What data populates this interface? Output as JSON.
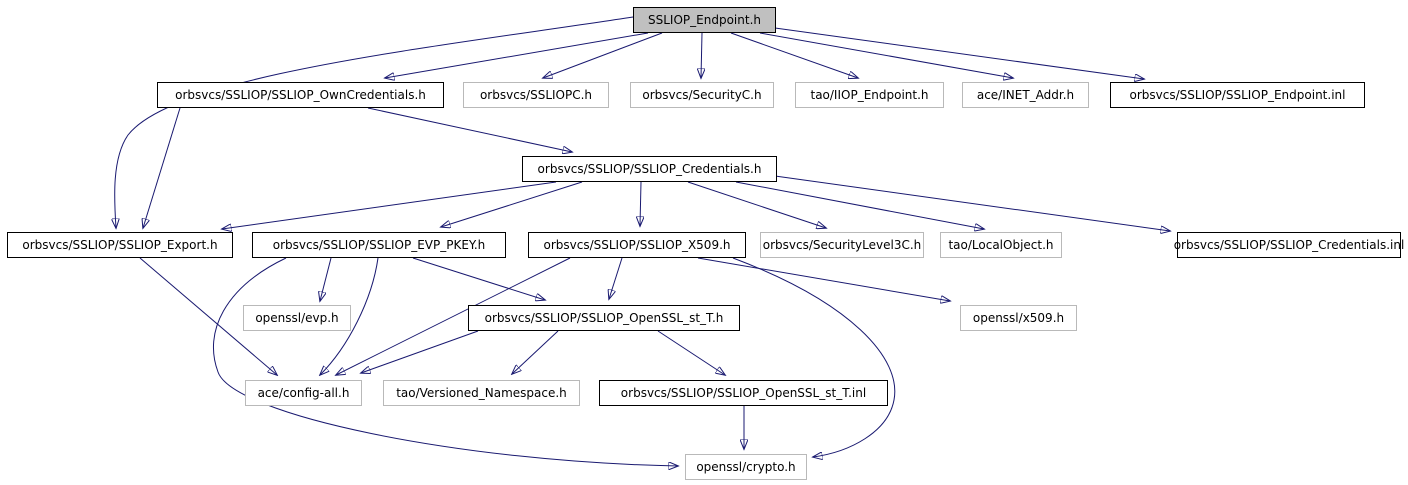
{
  "diagram": {
    "type": "include-dependency-graph",
    "root_file": "SSLIOP_Endpoint.h",
    "edge_color": "#191970",
    "current_node_fill": "#c0c0c0",
    "internal_border_color": "#000000",
    "external_border_color": "#b9b9b9",
    "nodes": [
      {
        "id": "root",
        "label": "SSLIOP_Endpoint.h",
        "kind": "current"
      },
      {
        "id": "own",
        "label": "orbsvcs/SSLIOP/SSLIOP_OwnCredentials.h",
        "kind": "internal"
      },
      {
        "id": "ssliopc",
        "label": "orbsvcs/SSLIOPC.h",
        "kind": "external"
      },
      {
        "id": "securityc",
        "label": "orbsvcs/SecurityC.h",
        "kind": "external"
      },
      {
        "id": "iiop",
        "label": "tao/IIOP_Endpoint.h",
        "kind": "external"
      },
      {
        "id": "inet",
        "label": "ace/INET_Addr.h",
        "kind": "external"
      },
      {
        "id": "ep_inl",
        "label": "orbsvcs/SSLIOP/SSLIOP_Endpoint.inl",
        "kind": "internal"
      },
      {
        "id": "cred",
        "label": "orbsvcs/SSLIOP/SSLIOP_Credentials.h",
        "kind": "internal"
      },
      {
        "id": "export",
        "label": "orbsvcs/SSLIOP/SSLIOP_Export.h",
        "kind": "internal"
      },
      {
        "id": "pkey",
        "label": "orbsvcs/SSLIOP/SSLIOP_EVP_PKEY.h",
        "kind": "internal"
      },
      {
        "id": "x509",
        "label": "orbsvcs/SSLIOP/SSLIOP_X509.h",
        "kind": "internal"
      },
      {
        "id": "sl3c",
        "label": "orbsvcs/SecurityLevel3C.h",
        "kind": "external"
      },
      {
        "id": "local",
        "label": "tao/LocalObject.h",
        "kind": "external"
      },
      {
        "id": "cred_inl",
        "label": "orbsvcs/SSLIOP/SSLIOP_Credentials.inl",
        "kind": "internal"
      },
      {
        "id": "evp",
        "label": "openssl/evp.h",
        "kind": "external"
      },
      {
        "id": "stt",
        "label": "orbsvcs/SSLIOP/SSLIOP_OpenSSL_st_T.h",
        "kind": "internal"
      },
      {
        "id": "x509h",
        "label": "openssl/x509.h",
        "kind": "external"
      },
      {
        "id": "config",
        "label": "ace/config-all.h",
        "kind": "external"
      },
      {
        "id": "vns",
        "label": "tao/Versioned_Namespace.h",
        "kind": "external"
      },
      {
        "id": "stt_inl",
        "label": "orbsvcs/SSLIOP/SSLIOP_OpenSSL_st_T.inl",
        "kind": "internal"
      },
      {
        "id": "crypto",
        "label": "openssl/crypto.h",
        "kind": "external"
      }
    ],
    "edges": [
      {
        "from": "root",
        "to": "own"
      },
      {
        "from": "root",
        "to": "ssliopc"
      },
      {
        "from": "root",
        "to": "securityc"
      },
      {
        "from": "root",
        "to": "iiop"
      },
      {
        "from": "root",
        "to": "inet"
      },
      {
        "from": "root",
        "to": "ep_inl"
      },
      {
        "from": "root",
        "to": "export"
      },
      {
        "from": "own",
        "to": "export"
      },
      {
        "from": "own",
        "to": "cred"
      },
      {
        "from": "cred",
        "to": "export"
      },
      {
        "from": "cred",
        "to": "pkey"
      },
      {
        "from": "cred",
        "to": "x509"
      },
      {
        "from": "cred",
        "to": "sl3c"
      },
      {
        "from": "cred",
        "to": "local"
      },
      {
        "from": "cred",
        "to": "cred_inl"
      },
      {
        "from": "pkey",
        "to": "evp"
      },
      {
        "from": "pkey",
        "to": "config"
      },
      {
        "from": "pkey",
        "to": "stt"
      },
      {
        "from": "pkey",
        "to": "crypto"
      },
      {
        "from": "x509",
        "to": "stt"
      },
      {
        "from": "x509",
        "to": "config"
      },
      {
        "from": "x509",
        "to": "x509h"
      },
      {
        "from": "x509",
        "to": "crypto"
      },
      {
        "from": "export",
        "to": "config"
      },
      {
        "from": "stt",
        "to": "config"
      },
      {
        "from": "stt",
        "to": "vns"
      },
      {
        "from": "stt",
        "to": "stt_inl"
      },
      {
        "from": "stt_inl",
        "to": "crypto"
      }
    ]
  }
}
